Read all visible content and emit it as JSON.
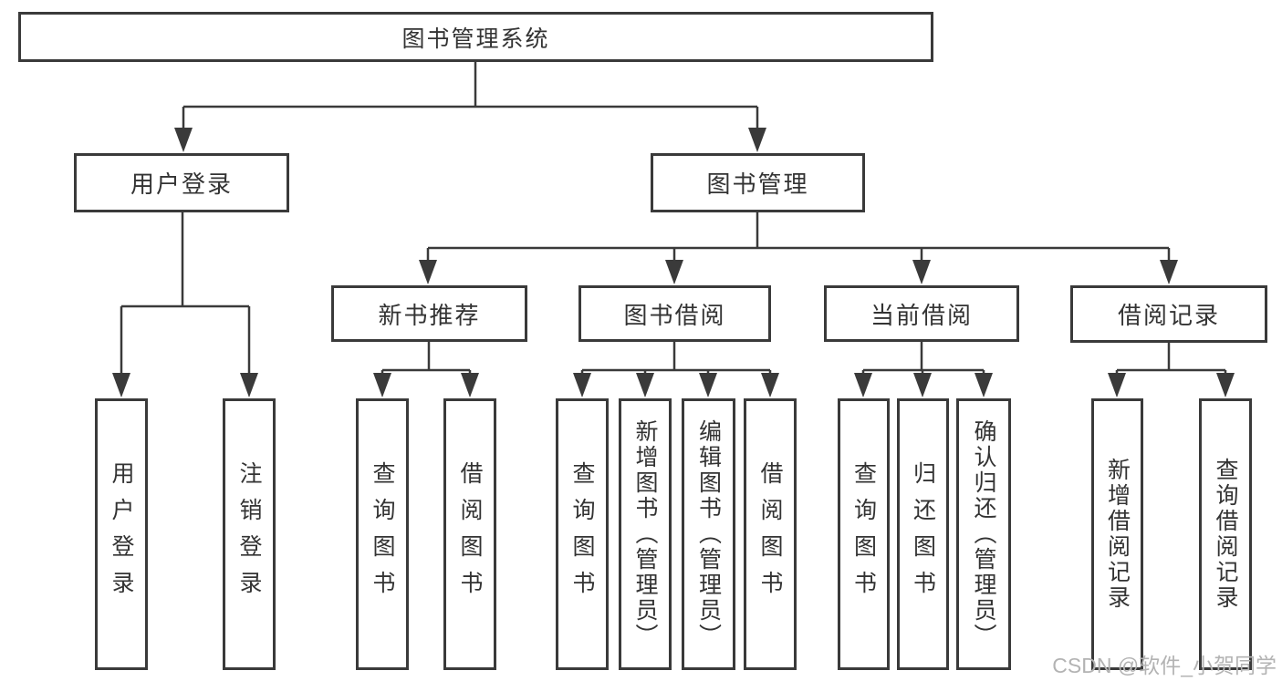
{
  "diagram": {
    "root": {
      "label": "图书管理系统"
    },
    "level2": [
      {
        "id": "user-login",
        "label": "用户登录"
      },
      {
        "id": "book-management",
        "label": "图书管理"
      }
    ],
    "level3": [
      {
        "id": "new-book-recommend",
        "label": "新书推荐",
        "parent": "book-management"
      },
      {
        "id": "book-borrow",
        "label": "图书借阅",
        "parent": "book-management"
      },
      {
        "id": "current-borrow",
        "label": "当前借阅",
        "parent": "book-management"
      },
      {
        "id": "borrow-records",
        "label": "借阅记录",
        "parent": "book-management"
      }
    ],
    "leaves": [
      {
        "label": "用户登录",
        "parent": "user-login"
      },
      {
        "label": "注销登录",
        "parent": "user-login"
      },
      {
        "label": "查询图书",
        "parent": "new-book-recommend"
      },
      {
        "label": "借阅图书",
        "parent": "new-book-recommend"
      },
      {
        "label": "查询图书",
        "parent": "book-borrow"
      },
      {
        "label": "新增图书（管理员）",
        "parent": "book-borrow"
      },
      {
        "label": "编辑图书（管理员）",
        "parent": "book-borrow"
      },
      {
        "label": "借阅图书",
        "parent": "book-borrow"
      },
      {
        "label": "查询图书",
        "parent": "current-borrow"
      },
      {
        "label": "归还图书",
        "parent": "current-borrow"
      },
      {
        "label": "确认归还（管理员）",
        "parent": "current-borrow"
      },
      {
        "label": "新增借阅记录",
        "parent": "borrow-records"
      },
      {
        "label": "查询借阅记录",
        "parent": "borrow-records"
      }
    ],
    "watermark": "CSDN @软件_小贺同学"
  },
  "colors": {
    "line": "#3a3a3a",
    "text": "#333333",
    "watermark": "#b3b3b3",
    "background": "#ffffff"
  }
}
